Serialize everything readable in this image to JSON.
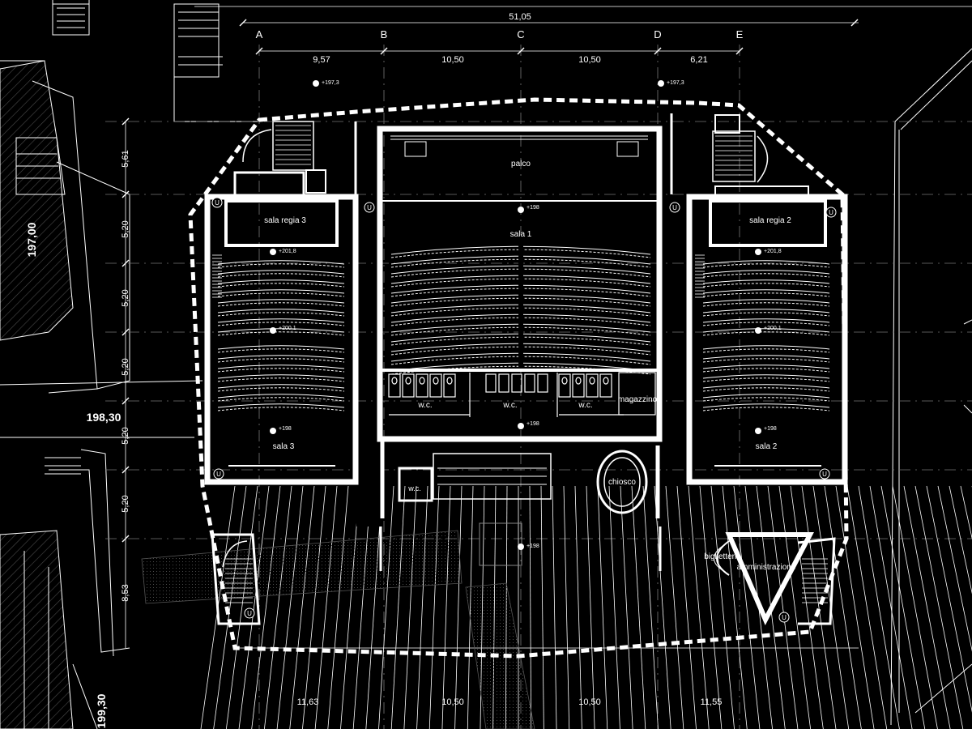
{
  "colors": {
    "background": "#000000",
    "lines": "#ffffff",
    "grid": "#8a8a8a",
    "pattern": "#3a3a3a"
  },
  "dimensions": {
    "overall": "51,05",
    "grid_letters": [
      "A",
      "B",
      "C",
      "D",
      "E"
    ],
    "top_spans": [
      "9,57",
      "10,50",
      "10,50",
      "6,21"
    ],
    "bottom_spans": [
      "11,63",
      "10,50",
      "10,50",
      "11,55"
    ],
    "left_spans": [
      "5,61",
      "5,20",
      "5,20",
      "5,20",
      "5,20",
      "5,20",
      "8,53"
    ]
  },
  "site_levels": {
    "left_upper": "197,00",
    "left_mid": "198,30",
    "left_lower": "199,30"
  },
  "rooms": {
    "palco": "palco",
    "sala1": "sala 1",
    "sala2": "sala 2",
    "sala3": "sala 3",
    "sala_regia_2": "sala regia 2",
    "sala_regia_3": "sala regia 3",
    "wc_left": "w.c.",
    "wc_center": "w.c.",
    "wc_right": "w.c.",
    "wc_kiosk": "w.c.",
    "magazzino": "magazzino",
    "chiosco": "chiosco",
    "biglietteria": "biglietteria",
    "amministrazione": "amministrazione"
  },
  "levels": {
    "top_left": "+197,3",
    "top_right": "+197,3",
    "palco": "+198",
    "regia3": "+201,8",
    "regia2": "+201,8",
    "sala3_mid": "+200,1",
    "sala2_mid": "+200,1",
    "sala3_low": "+198",
    "sala2_low": "+198",
    "foyer": "+198",
    "plaza": "+198"
  },
  "lift_marks": [
    "U",
    "U",
    "U",
    "U",
    "U",
    "U",
    "U",
    "U"
  ]
}
